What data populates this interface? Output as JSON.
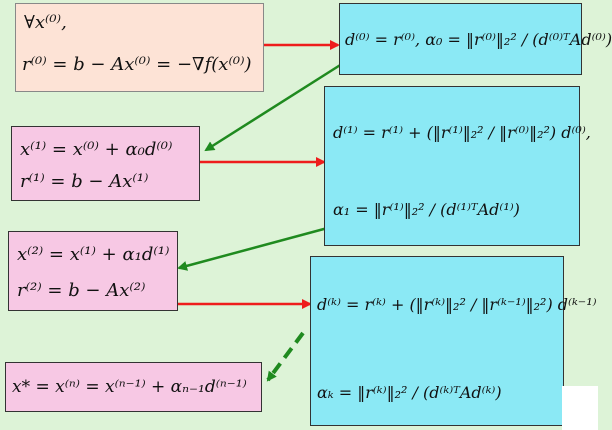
{
  "boxes": {
    "b0": {
      "line1": "∀x⁽⁰⁾,",
      "line2": "r⁽⁰⁾ = b − Ax⁽⁰⁾ = −∇f(x⁽⁰⁾)"
    },
    "c0": {
      "line1": "d⁽⁰⁾ = r⁽⁰⁾, α₀ = ‖r⁽⁰⁾‖₂² / (d⁽⁰⁾ᵀAd⁽⁰⁾)"
    },
    "b1": {
      "line1": "x⁽¹⁾ = x⁽⁰⁾ + α₀d⁽⁰⁾",
      "line2": "r⁽¹⁾ = b − Ax⁽¹⁾"
    },
    "c1": {
      "line1": "d⁽¹⁾ = r⁽¹⁾ + (‖r⁽¹⁾‖₂² / ‖r⁽⁰⁾‖₂²) d⁽⁰⁾,",
      "line2": "α₁ = ‖r⁽¹⁾‖₂² / (d⁽¹⁾ᵀAd⁽¹⁾)"
    },
    "b2": {
      "line1": "x⁽²⁾ = x⁽¹⁾ + α₁d⁽¹⁾",
      "line2": "r⁽²⁾ = b − Ax⁽²⁾"
    },
    "ck": {
      "line1": "d⁽ᵏ⁾ = r⁽ᵏ⁾ + (‖r⁽ᵏ⁾‖₂² / ‖r⁽ᵏ⁻¹⁾‖₂²) d⁽ᵏ⁻¹⁾",
      "line2": "αₖ = ‖r⁽ᵏ⁾‖₂² / (d⁽ᵏ⁾ᵀAd⁽ᵏ⁾)"
    },
    "bn": {
      "line1": "x* = x⁽ⁿ⁾ = x⁽ⁿ⁻¹⁾ + αₙ₋₁d⁽ⁿ⁻¹⁾"
    }
  },
  "colors": {
    "background": "#ddf3d7",
    "peach": "#fde3d6",
    "pink": "#f7c8e4",
    "cyan": "#8be9f5",
    "arrow_red": "#ee1c1c",
    "arrow_green": "#1f8a1f"
  }
}
